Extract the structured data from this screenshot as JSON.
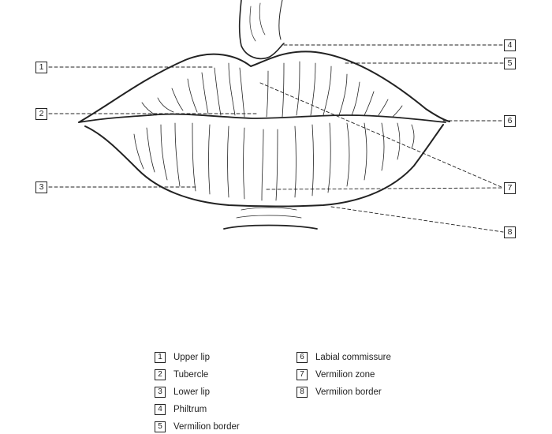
{
  "callouts": [
    {
      "num": "1",
      "label": "Upper lip"
    },
    {
      "num": "2",
      "label": "Tubercle"
    },
    {
      "num": "3",
      "label": "Lower lip"
    },
    {
      "num": "4",
      "label": "Philtrum"
    },
    {
      "num": "5",
      "label": "Vermilion border"
    },
    {
      "num": "6",
      "label": "Labial commissure"
    },
    {
      "num": "7",
      "label": "Vermilion zone"
    },
    {
      "num": "8",
      "label": "Vermilion border"
    }
  ],
  "colors": {
    "ink": "#222222",
    "background": "#ffffff"
  }
}
